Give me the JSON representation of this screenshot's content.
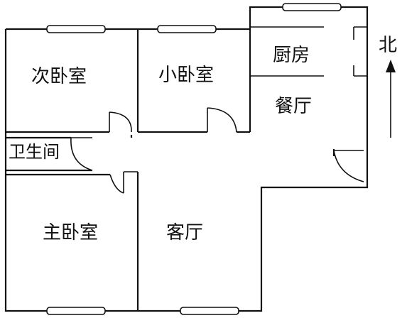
{
  "rooms": {
    "secondary_bedroom": "次卧室",
    "small_bedroom": "小卧室",
    "kitchen": "厨房",
    "dining_room": "餐厅",
    "bathroom": "卫生间",
    "master_bedroom": "主卧室",
    "living_room": "客厅"
  },
  "compass": {
    "label": "北"
  },
  "colors": {
    "line": "#111111",
    "background": "#ffffff"
  }
}
